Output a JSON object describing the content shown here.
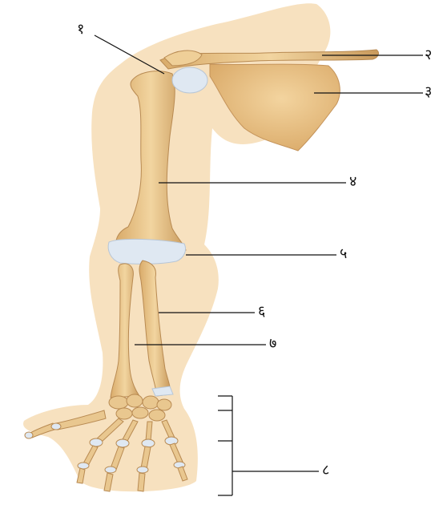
{
  "labels": [
    {
      "id": "1",
      "text": "१"
    },
    {
      "id": "2",
      "text": "२"
    },
    {
      "id": "3",
      "text": "३"
    },
    {
      "id": "4",
      "text": "४"
    },
    {
      "id": "5",
      "text": "५"
    },
    {
      "id": "6",
      "text": "६"
    },
    {
      "id": "7",
      "text": "७"
    },
    {
      "id": "8",
      "text": "८"
    }
  ],
  "colors": {
    "skin": "#f6dcb4",
    "bone": "#e9c78f",
    "bone_dark": "#c99a5c",
    "cartilage": "#dfe8f2",
    "line": "#111111"
  }
}
